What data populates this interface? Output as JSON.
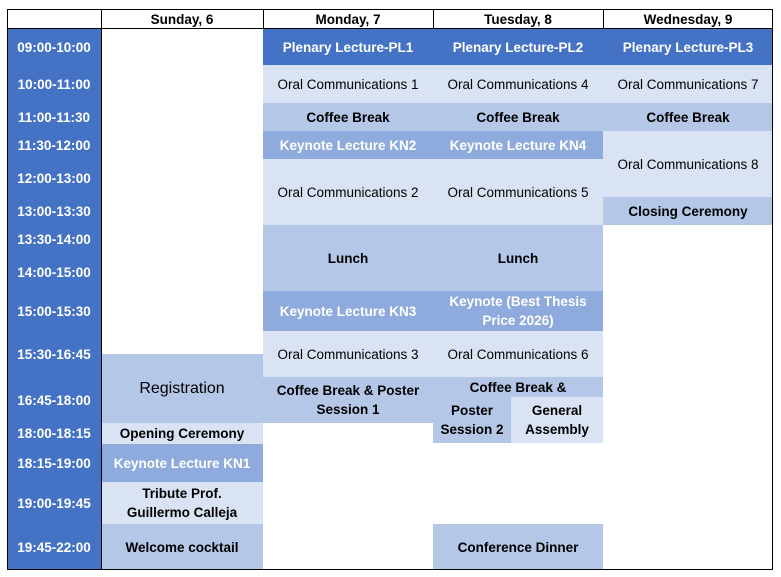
{
  "days": [
    "Sunday, 6",
    "Monday, 7",
    "Tuesday, 8",
    "Wednesday, 9"
  ],
  "times": [
    "09:00-10:00",
    "10:00-11:00",
    "11:00-11:30",
    "11:30-12:00",
    "12:00-13:00",
    "13:00-13:30",
    "13:30-14:00",
    "14:00-15:00",
    "15:00-15:30",
    "15:30-16:45",
    "16:45-18:00",
    "18:00-18:15",
    "18:15-19:00",
    "19:00-19:45",
    "19:45-22:00"
  ],
  "sunday": {
    "registration": "Registration",
    "opening": "Opening Ceremony",
    "keynote_kn1": "Keynote Lecture KN1",
    "tribute_line1": "Tribute Prof.",
    "tribute_line2": "Guillermo Calleja",
    "welcome": "Welcome cocktail"
  },
  "monday": {
    "plenary": "Plenary Lecture-PL1",
    "oral1": "Oral Communications 1",
    "coffee": "Coffee Break",
    "kn2": "Keynote Lecture KN2",
    "oral2": "Oral Communications 2",
    "lunch": "Lunch",
    "kn3": "Keynote Lecture KN3",
    "oral3": "Oral Communications 3",
    "poster_line1": "Coffee Break & Poster",
    "poster_line2": "Session 1"
  },
  "tuesday": {
    "plenary": "Plenary Lecture-PL2",
    "oral4": "Oral Communications 4",
    "coffee": "Coffee Break",
    "kn4": "Keynote Lecture KN4",
    "oral5": "Oral Communications 5",
    "lunch": "Lunch",
    "keynote_thesis_line1": "Keynote (Best Thesis",
    "keynote_thesis_line2": "Price 2026)",
    "oral6": "Oral Communications 6",
    "coffee_poster": "Coffee Break &",
    "poster2_line1": "Poster",
    "poster2_line2": "Session 2",
    "assembly_line1": "General",
    "assembly_line2": "Assembly",
    "dinner": "Conference Dinner"
  },
  "wednesday": {
    "plenary": "Plenary Lecture-PL3",
    "oral7": "Oral Communications 7",
    "coffee": "Coffee Break",
    "oral8": "Oral Communications 8",
    "closing": "Closing Ceremony"
  }
}
